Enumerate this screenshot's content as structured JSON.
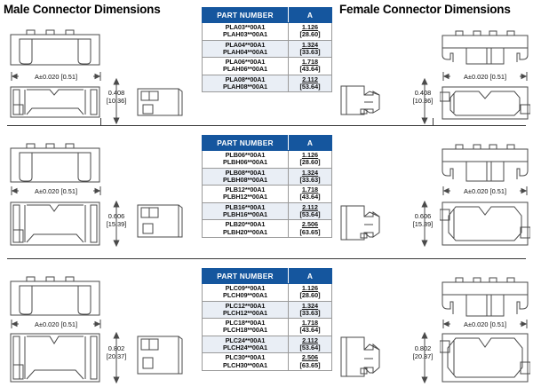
{
  "titles": {
    "male": "Male Connector Dimensions",
    "female": "Female Connector Dimensions"
  },
  "table_headers": {
    "part_number": "PART NUMBER",
    "a": "A"
  },
  "colors": {
    "header_blue": "#15569e",
    "row_alt": "#e9eef5",
    "line": "#3a3a3a",
    "drawing_line": "#4a4a4a"
  },
  "sections": [
    {
      "id": "row-1",
      "height_label": {
        "inch": "0.408",
        "mm": "[10.36]"
      },
      "width_label": "A±0.020 [0.51]",
      "table": {
        "rows": [
          {
            "part_numbers": [
              "PLA03**00A1",
              "PLAH03**00A1"
            ],
            "a_inch": "1.126",
            "a_mm": "[28.60]",
            "alt": false
          },
          {
            "part_numbers": [
              "PLA04**00A1",
              "PLAH04**00A1"
            ],
            "a_inch": "1.324",
            "a_mm": "[33.63]",
            "alt": true
          },
          {
            "part_numbers": [
              "PLA06**00A1",
              "PLAH06**00A1"
            ],
            "a_inch": "1.718",
            "a_mm": "[43.64]",
            "alt": false
          },
          {
            "part_numbers": [
              "PLA08**00A1",
              "PLAH08**00A1"
            ],
            "a_inch": "2.112",
            "a_mm": "[53.64]",
            "alt": true
          }
        ]
      }
    },
    {
      "id": "row-2",
      "height_label": {
        "inch": "0.606",
        "mm": "[15.39]"
      },
      "width_label": "A±0.020 [0.51]",
      "table": {
        "rows": [
          {
            "part_numbers": [
              "PLB06**00A1",
              "PLBH06**00A1"
            ],
            "a_inch": "1.126",
            "a_mm": "[28.60]",
            "alt": false
          },
          {
            "part_numbers": [
              "PLB08**00A1",
              "PLBH08**00A1"
            ],
            "a_inch": "1.324",
            "a_mm": "[33.63]",
            "alt": true
          },
          {
            "part_numbers": [
              "PLB12**00A1",
              "PLBH12**00A1"
            ],
            "a_inch": "1.718",
            "a_mm": "[43.64]",
            "alt": false
          },
          {
            "part_numbers": [
              "PLB16**00A1",
              "PLBH16**00A1"
            ],
            "a_inch": "2.112",
            "a_mm": "[53.64]",
            "alt": true
          },
          {
            "part_numbers": [
              "PLB20**00A1",
              "PLBH20**00A1"
            ],
            "a_inch": "2.506",
            "a_mm": "[63.65]",
            "alt": false
          }
        ]
      }
    },
    {
      "id": "row-3",
      "height_label": {
        "inch": "0.802",
        "mm": "[20.37]"
      },
      "width_label": "A±0.020 [0.51]",
      "table": {
        "rows": [
          {
            "part_numbers": [
              "PLC09**00A1",
              "PLCH09**00A1"
            ],
            "a_inch": "1.126",
            "a_mm": "[28.60]",
            "alt": false
          },
          {
            "part_numbers": [
              "PLC12**00A1",
              "PLCH12**00A1"
            ],
            "a_inch": "1.324",
            "a_mm": "[33.63]",
            "alt": true
          },
          {
            "part_numbers": [
              "PLC18**00A1",
              "PLCH18**00A1"
            ],
            "a_inch": "1.718",
            "a_mm": "[43.64]",
            "alt": false
          },
          {
            "part_numbers": [
              "PLC24**00A1",
              "PLCH24**00A1"
            ],
            "a_inch": "2.112",
            "a_mm": "[53.64]",
            "alt": true
          },
          {
            "part_numbers": [
              "PLC30**00A1",
              "PLCH30**00A1"
            ],
            "a_inch": "2.506",
            "a_mm": "[63.65]",
            "alt": false
          }
        ]
      }
    }
  ]
}
